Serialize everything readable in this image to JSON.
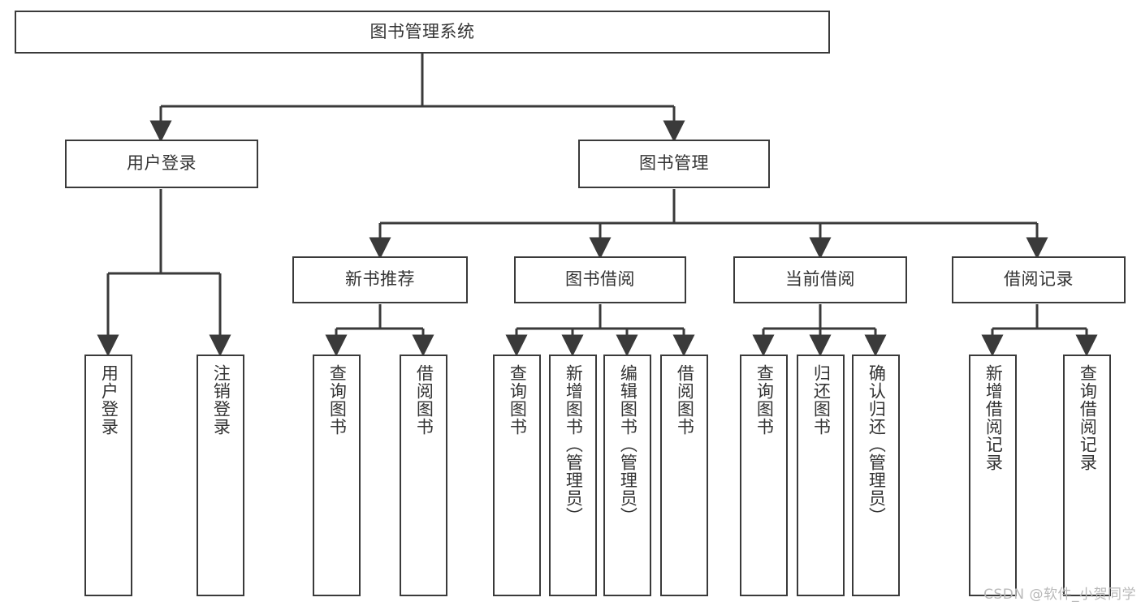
{
  "diagram": {
    "title": "图书管理系统",
    "watermark": "CSDN @软件_小贺同学",
    "style": {
      "background": "#ffffff",
      "box_border": "#3a3a3a",
      "box_fill": "#ffffff",
      "text_color": "#333333",
      "edge_color": "#3a3a3a",
      "watermark_color": "#b9b9b9"
    },
    "nodes": {
      "root": {
        "label": "图书管理系统"
      },
      "level2": [
        {
          "id": "user-login",
          "label": "用户登录"
        },
        {
          "id": "book-manage",
          "label": "图书管理"
        }
      ],
      "level3": [
        {
          "id": "new-book-recommend",
          "label": "新书推荐"
        },
        {
          "id": "book-borrow",
          "label": "图书借阅"
        },
        {
          "id": "current-borrow",
          "label": "当前借阅"
        },
        {
          "id": "borrow-record",
          "label": "借阅记录"
        }
      ],
      "leaves": [
        {
          "id": "leaf-user-login",
          "label": "用户登录"
        },
        {
          "id": "leaf-logout-login",
          "label": "注销登录"
        },
        {
          "id": "leaf-query-book-1",
          "label": "查询图书"
        },
        {
          "id": "leaf-borrow-book-1",
          "label": "借阅图书"
        },
        {
          "id": "leaf-query-book-2",
          "label": "查询图书"
        },
        {
          "id": "leaf-add-book",
          "label": "新增图书（管理员）"
        },
        {
          "id": "leaf-edit-book",
          "label": "编辑图书（管理员）"
        },
        {
          "id": "leaf-borrow-book-2",
          "label": "借阅图书"
        },
        {
          "id": "leaf-query-book-3",
          "label": "查询图书"
        },
        {
          "id": "leaf-return-book",
          "label": "归还图书"
        },
        {
          "id": "leaf-confirm-return",
          "label": "确认归还（管理员）"
        },
        {
          "id": "leaf-add-borrow-record",
          "label": "新增借阅记录"
        },
        {
          "id": "leaf-query-borrow-record",
          "label": "查询借阅记录"
        }
      ]
    }
  }
}
